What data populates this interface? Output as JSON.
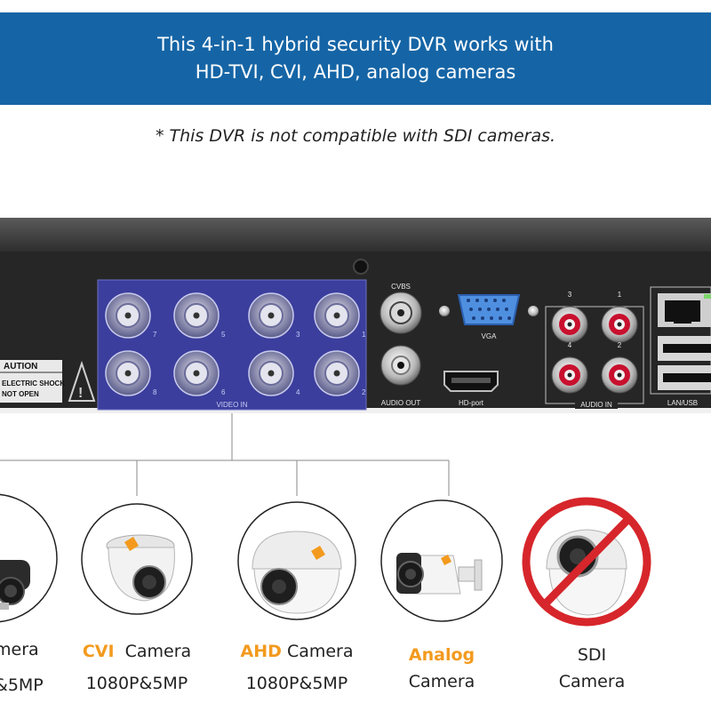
{
  "banner": {
    "line1": "This 4-in-1 hybrid security DVR works with",
    "line2": "HD-TVI, CVI, AHD, analog cameras"
  },
  "note": "* This DVR is not compatible with SDI cameras.",
  "colors": {
    "banner_bg": "#1565a6",
    "highlight": "#f39a1e",
    "dvr_body": "#262626",
    "video_panel": "#3b3e9c",
    "prohibited": "#d6262b"
  },
  "dvr": {
    "caution": [
      "AUTION",
      "ELECTRIC SHOCK",
      "NOT OPEN"
    ],
    "video_in_label": "VIDEO IN",
    "bnc_numbers": [
      "7",
      "5",
      "3",
      "1",
      "8",
      "6",
      "4",
      "2"
    ],
    "cvbs_label": "CVBS",
    "audio_out_label": "AUDIO OUT",
    "vga_label": "VGA",
    "hd_port_label": "HD-port",
    "audio_in_label": "AUDIO IN",
    "audio_in_numbers": [
      "3",
      "1",
      "4",
      "2"
    ],
    "lan_usb_label": "LAN/USB"
  },
  "cameras": [
    {
      "icon": "bullet-camera-icon",
      "highlight": "",
      "name": "mera",
      "line2": "&5MP"
    },
    {
      "icon": "dome-camera-icon",
      "highlight": "CVI",
      "name": "Camera",
      "line2": "1080P&5MP"
    },
    {
      "icon": "dome-camera-icon",
      "highlight": "AHD",
      "name": "Camera",
      "line2": "1080P&5MP"
    },
    {
      "icon": "bullet-camera-icon",
      "highlight": "Analog",
      "name": "",
      "line2": "Camera"
    },
    {
      "icon": "sdi-dome-camera-prohibited-icon",
      "highlight": "",
      "name": "SDI",
      "line2": "Camera"
    }
  ]
}
